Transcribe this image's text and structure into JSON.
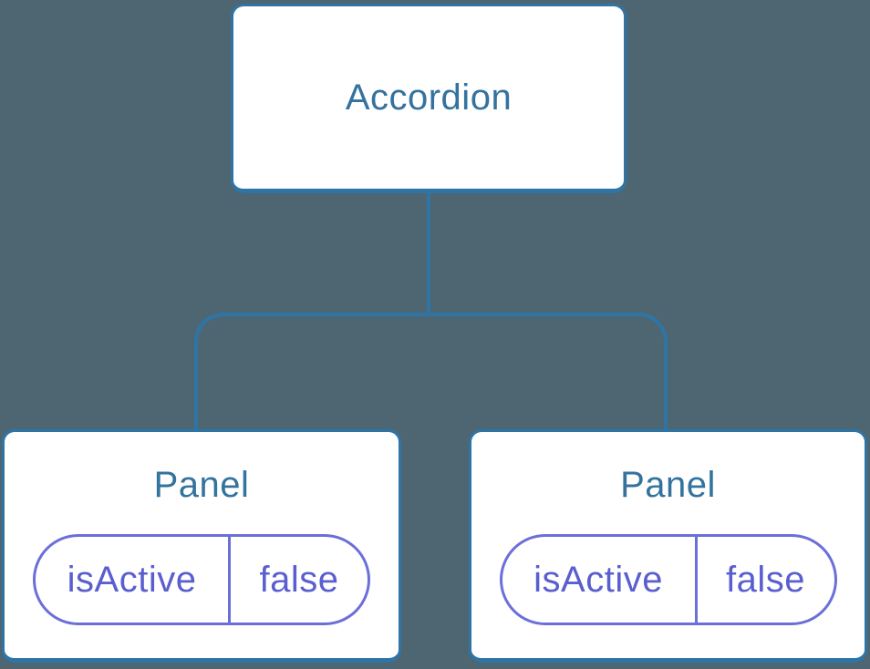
{
  "colors": {
    "background": "#4d6672",
    "node_fill": "#ffffff",
    "connector": "#2e75a6",
    "node_border": "#2e75a6",
    "title_text": "#33739e",
    "state_border": "#6b6fd8",
    "state_text": "#5a5ecf"
  },
  "diagram": {
    "root": {
      "label": "Accordion"
    },
    "children": [
      {
        "label": "Panel",
        "state": {
          "key": "isActive",
          "value": "false"
        }
      },
      {
        "label": "Panel",
        "state": {
          "key": "isActive",
          "value": "false"
        }
      }
    ]
  }
}
